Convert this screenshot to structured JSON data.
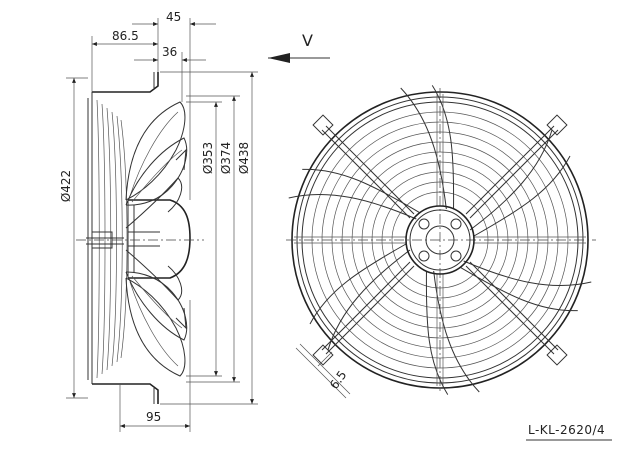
{
  "diagram": {
    "view_label": "V",
    "drawing_number": "L-KL-2620/4",
    "dimensions": {
      "depth_total": "86.5",
      "depth_top": "45",
      "depth_inner": "36",
      "depth_bottom": "95",
      "dia_422": "Ø422",
      "dia_353": "Ø353",
      "dia_374": "Ø374",
      "dia_438": "Ø438",
      "hole_size": "6.5"
    }
  }
}
